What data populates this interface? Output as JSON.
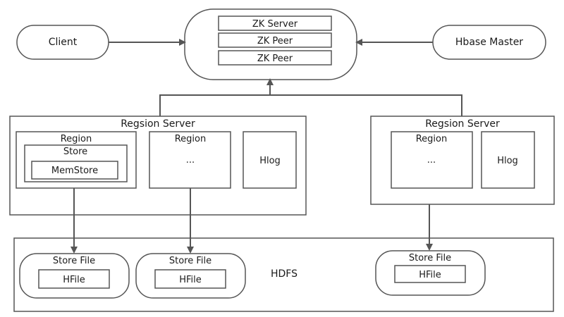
{
  "zookeeper": {
    "members": [
      "ZK Server",
      "ZK Peer",
      "ZK Peer"
    ]
  },
  "client": {
    "label": "Client"
  },
  "hbase_master": {
    "label": "Hbase Master"
  },
  "region_server_left": {
    "title": "Regsion Server",
    "region_1": {
      "title": "Region",
      "store_title": "Store",
      "memstore_label": "MemStore"
    },
    "region_2": {
      "title": "Region",
      "content": "..."
    },
    "hlog_label": "Hlog"
  },
  "region_server_right": {
    "title": "Regsion Server",
    "region": {
      "title": "Region",
      "content": "..."
    },
    "hlog_label": "Hlog"
  },
  "hdfs": {
    "label": "HDFS",
    "store_files": [
      {
        "title": "Store File",
        "hfile": "HFile"
      },
      {
        "title": "Store File",
        "hfile": "HFile"
      },
      {
        "title": "Store File",
        "hfile": "HFile"
      }
    ]
  },
  "colors": {
    "stroke": "#555555",
    "arrow": "#555555",
    "text": "#1a1a1a",
    "background": "#ffffff"
  }
}
